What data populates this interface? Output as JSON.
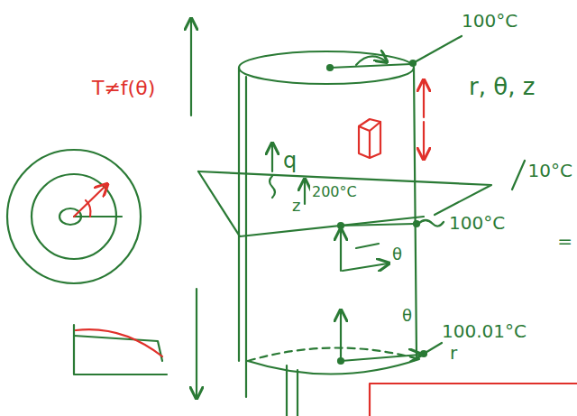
{
  "diagram": {
    "labels": [
      "T≠f(θ)",
      "100°C",
      "r, θ, z",
      "10°C",
      "q",
      "z",
      "200°C",
      "100°C",
      "θ",
      "θ",
      "100.01°C",
      "r",
      "="
    ]
  }
}
